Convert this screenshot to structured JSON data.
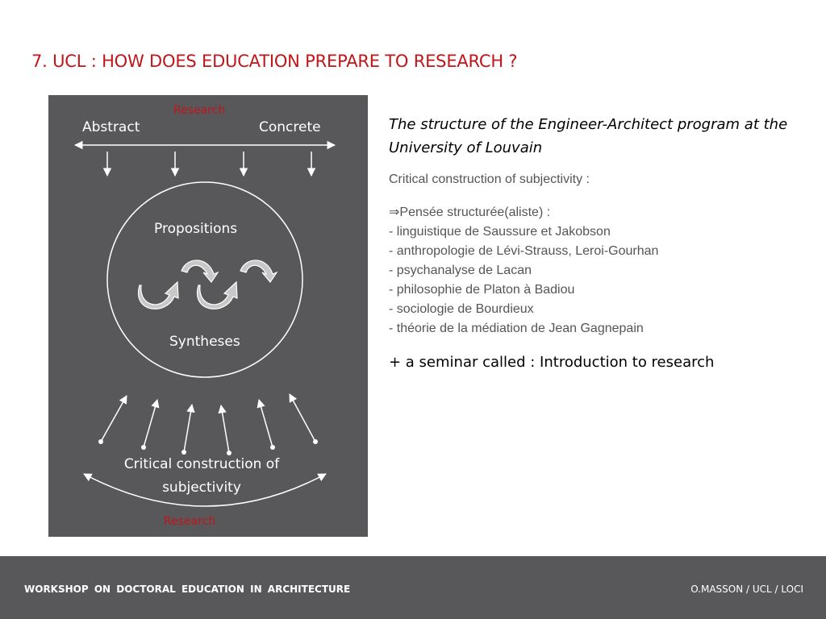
{
  "slide": {
    "title": "7. UCL : HOW DOES EDUCATION PREPARE TO RESEARCH ?"
  },
  "diagram": {
    "research_top": "Research",
    "abstract": "Abstract",
    "concrete": "Concrete",
    "propositions": "Propositions",
    "syntheses": "Syntheses",
    "critical_line1": "Critical construction of",
    "critical_line2": "subjectivity",
    "research_bottom": "Research"
  },
  "content": {
    "subtitle": "The structure of the Engineer-Architect program at the University of Louvain",
    "critical": "Critical construction of subjectivity :",
    "items": [
      "⇒Pensée structurée(aliste)  :",
      "- linguistique de Saussure et Jakobson",
      "- anthropologie de Lévi-Strauss, Leroi-Gourhan",
      "- psychanalyse de Lacan",
      "- philosophie de Platon à Badiou",
      "- sociologie de Bourdieux",
      "- théorie de la médiation de Jean Gagnepain"
    ],
    "seminar": "+ a seminar called : Introduction to research"
  },
  "footer": {
    "left": "WORKSHOP  ON  DOCTORAL  EDUCATION  IN  ARCHITECTURE",
    "right": "O.MASSON / UCL / LOCI"
  },
  "colors": {
    "accent_red": "#c0151a",
    "panel_gray": "#58585a"
  }
}
